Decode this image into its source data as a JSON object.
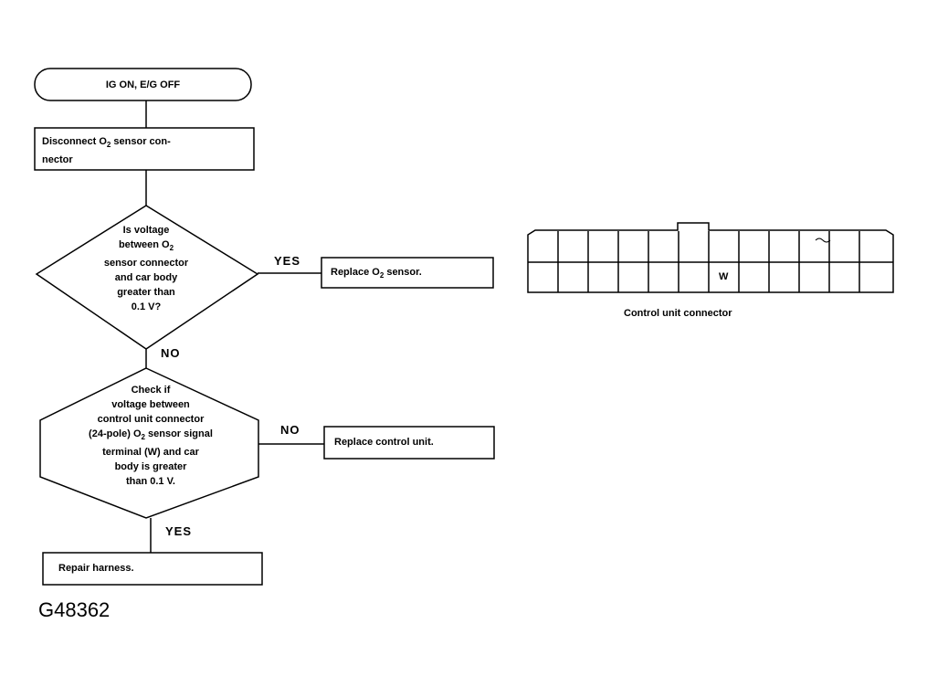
{
  "flowchart": {
    "start": "IG ON, E/G OFF",
    "step1": [
      "Disconnect O",
      "2",
      " sensor con-",
      "nector"
    ],
    "decision1": {
      "lines": [
        "Is voltage",
        "between O",
        "sensor connector",
        "and car body",
        "greater than",
        "0.1 V?"
      ],
      "sub": "2"
    },
    "yes1_label": "YES",
    "action_replace_sensor": [
      "Replace O",
      "2",
      " sensor."
    ],
    "no1_label": "NO",
    "decision2": {
      "lines": [
        "Check if",
        "voltage between",
        "control unit connector",
        "(24-pole) O",
        " sensor signal",
        "terminal (W) and car",
        "body is greater",
        "than 0.1 V."
      ],
      "sub": "2"
    },
    "no2_label": "NO",
    "action_replace_control": "Replace control unit.",
    "yes2_label": "YES",
    "action_repair": "Repair harness."
  },
  "connector": {
    "caption": "Control unit connector",
    "terminal_label": "W"
  },
  "figure_id": "G48362"
}
